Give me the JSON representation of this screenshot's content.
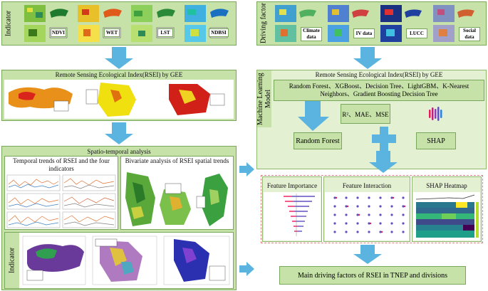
{
  "left": {
    "indicator_label": "Indicator",
    "indicators": [
      "NDVI",
      "WET",
      "LST",
      "NDBSI"
    ],
    "rsei_title": "Remote Sensing Ecological Index(RSEI) by GEE",
    "spatio_title": "Spatio-temporal analysis",
    "temporal_title": "Temporal trends of RSEI and the four indicators",
    "bivariate_title": "Bivariate analysis of RSEI spatial trends",
    "bottom_indicator_label": "Indicator"
  },
  "right": {
    "driving_label": "Driving factor",
    "factors": [
      "Climate data",
      "IV data",
      "LUCC",
      "Social data"
    ],
    "rsei_title": "Remote Sensing Ecological Index(RSEI) by GEE",
    "ml_label": "Machine Learning Model",
    "models_text": "Random Forest、XGBoost、Decision Tree、LightGBM、K-Nearest Neighbors、Gradient Boosting Decision Tree",
    "metrics": "R²、MAE、MSE",
    "random_forest": "Random Forest",
    "plus": "+",
    "shap": "SHAP",
    "panels": [
      "Feature Importance",
      "Feature Interaction",
      "SHAP Heatmap"
    ],
    "conclusion": "Main driving factors of RSEI in TNEP and divisions"
  },
  "colors": {
    "green_fill": "#c6e2a8",
    "green_border": "#7aa85a",
    "arrow": "#5bb4e0",
    "dash": "#e08080"
  }
}
